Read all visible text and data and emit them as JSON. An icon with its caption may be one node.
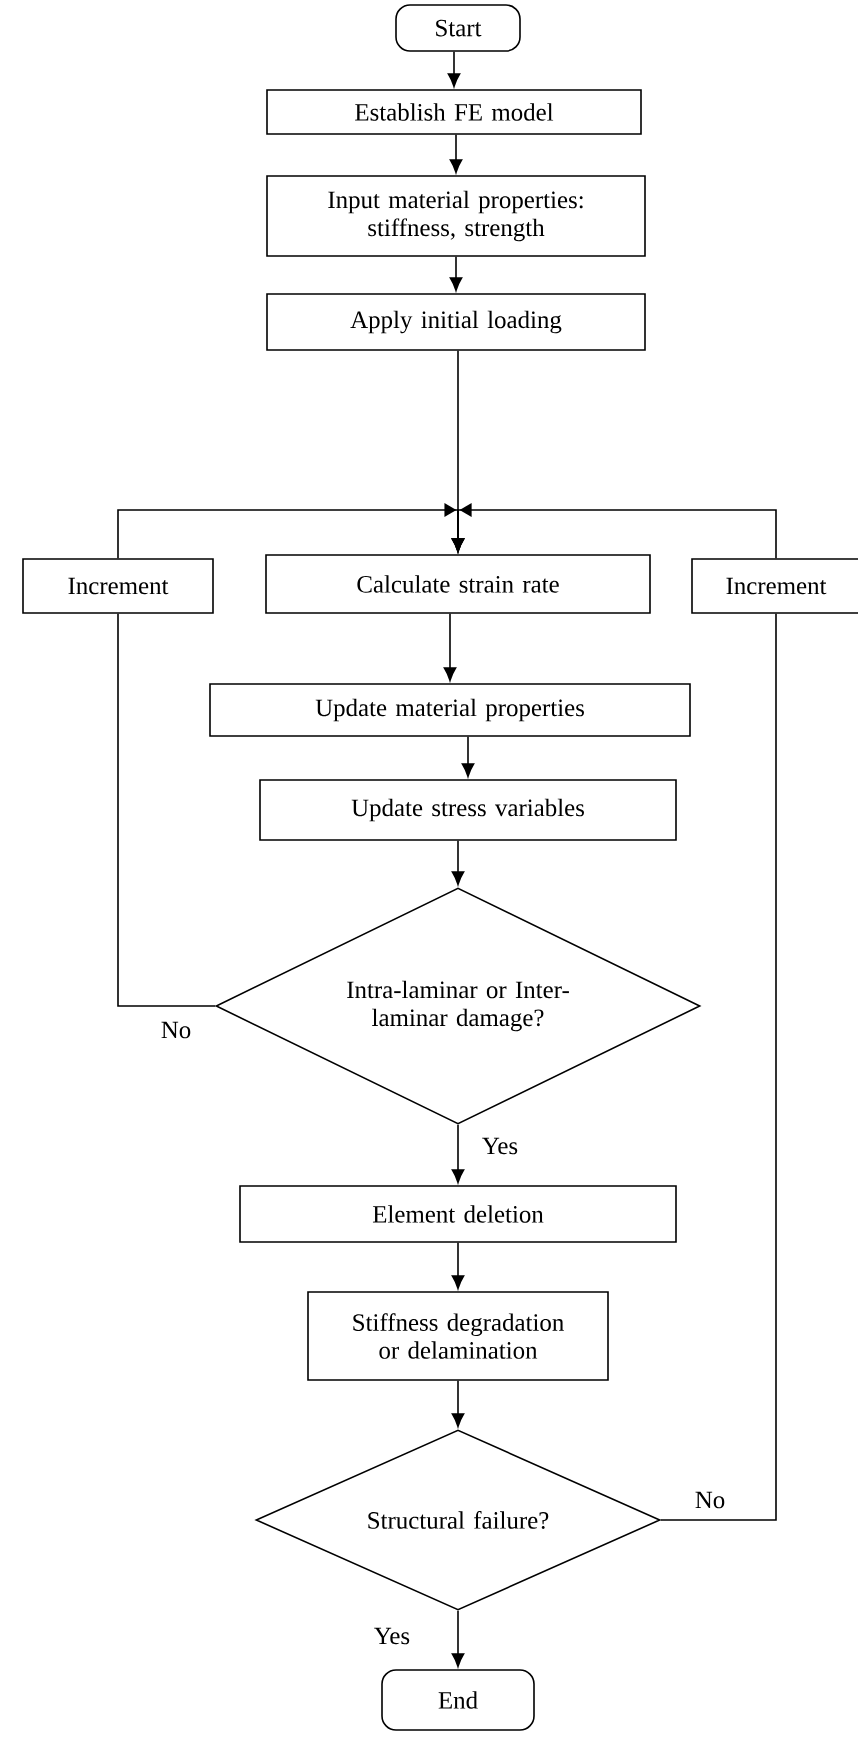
{
  "diagram": {
    "nodes": [
      {
        "text": [
          "Start"
        ]
      },
      {
        "text": [
          "Establish FE model"
        ]
      },
      {
        "text": [
          "Input material properties: stiffness, strength"
        ]
      },
      {
        "text": [
          "Apply initial loading"
        ]
      },
      {
        "text": [
          "Increment"
        ]
      },
      {
        "text": [
          "Calculate strain rate"
        ]
      },
      {
        "text": [
          "Increment"
        ]
      },
      {
        "text": [
          "Update material properties"
        ]
      },
      {
        "text": [
          "Update stress variables"
        ]
      },
      {
        "text": [
          "Intra-laminar or Inter-laminar damage?"
        ]
      },
      {
        "text": [
          "Element deletion"
        ]
      },
      {
        "text": [
          "Stiffness degradation or delamination"
        ]
      },
      {
        "text": [
          "Structural failure?"
        ]
      },
      {
        "text": [
          "End"
        ]
      }
    ],
    "edges": [
      {
        "from": 0,
        "to": 1,
        "arrow": "to"
      },
      {
        "from": 1,
        "to": 2,
        "arrow": "to"
      },
      {
        "from": 2,
        "to": 3,
        "arrow": "to"
      },
      {
        "from": 3,
        "to": 5,
        "arrow": "to"
      },
      {
        "from": 4,
        "to": 5,
        "arrow": "to"
      },
      {
        "from": 6,
        "to": 5,
        "arrow": "to"
      },
      {
        "from": 5,
        "to": 7,
        "arrow": "to"
      },
      {
        "from": 7,
        "to": 8,
        "arrow": "to"
      },
      {
        "from": 8,
        "to": 9,
        "arrow": "to"
      },
      {
        "from": 9,
        "to": 4,
        "arrow": "none",
        "label": "No"
      },
      {
        "from": 9,
        "to": 10,
        "arrow": "to",
        "label": "Yes"
      },
      {
        "from": 10,
        "to": 11,
        "arrow": "to"
      },
      {
        "from": 11,
        "to": 12,
        "arrow": "to"
      },
      {
        "from": 12,
        "to": 6,
        "arrow": "none",
        "label": "No"
      },
      {
        "from": 12,
        "to": 13,
        "arrow": "to",
        "label": "Yes"
      }
    ]
  }
}
